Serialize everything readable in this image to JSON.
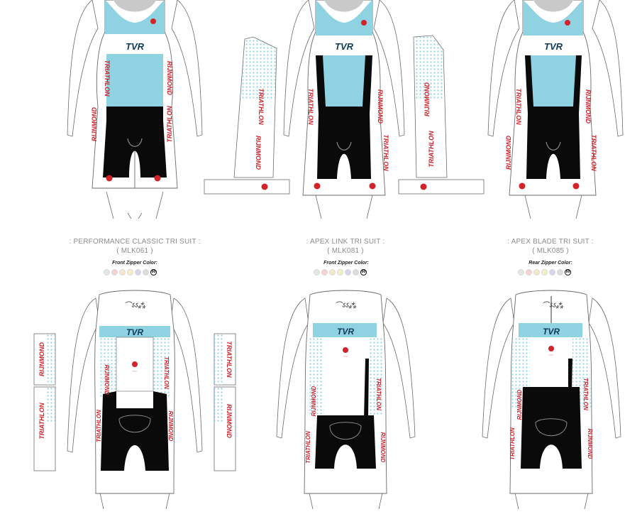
{
  "colors": {
    "cyan": "#8fd3e3",
    "black": "#0a0a0a",
    "red": "#d2232a",
    "navy": "#0e3a5c",
    "outline": "#6b6b6b",
    "grey_neck": "#c9c9c9"
  },
  "brand": {
    "logo": "TVR",
    "side_word_a": "TRIATHLON",
    "side_word_b": "RIJNMOND",
    "sponsor_icon": "hand-logo-icon"
  },
  "products": [
    {
      "title": ": PERFORMANCE CLASSIC TRI SUIT :",
      "code": "( MLK061 )",
      "zipper_label": "Front Zipper Color:",
      "zipper_options": [
        "",
        "",
        "",
        "",
        "",
        "",
        "00"
      ]
    },
    {
      "title": ": APEX LINK TRI SUIT :",
      "code": "( MLK081 )",
      "zipper_label": "Front Zipper Color:",
      "zipper_options": [
        "",
        "",
        "",
        "",
        "",
        "",
        "00"
      ]
    },
    {
      "title": ": APEX BLADE TRI SUIT :",
      "code": "( MLK085 )",
      "zipper_label": "Rear Zipper Color:",
      "zipper_options": [
        "",
        "",
        "",
        "",
        "",
        "",
        "00"
      ]
    }
  ]
}
